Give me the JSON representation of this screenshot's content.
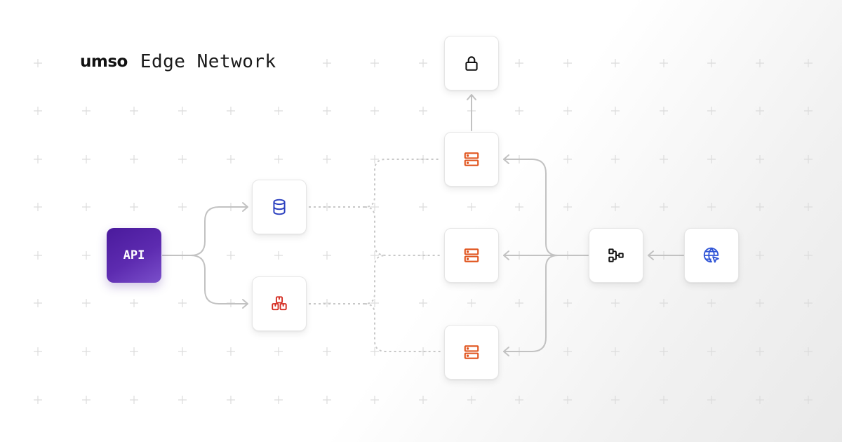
{
  "header": {
    "brand": "umso",
    "title": "Edge Network"
  },
  "colors": {
    "api_gradient_start": "#4a1a9c",
    "api_gradient_end": "#7a4fca",
    "database_icon": "#2a3fbf",
    "packages_icon": "#d42a1f",
    "server_icon": "#e0531c",
    "lock_icon": "#111111",
    "hierarchy_icon": "#111111",
    "globe_icon": "#2f54d6",
    "connector": "#c2c2c2",
    "grid_plus": "#dcdcdc"
  },
  "nodes": {
    "api": {
      "label": "API",
      "icon": "api-badge"
    },
    "database": {
      "icon": "database-icon"
    },
    "packages": {
      "icon": "packages-icon"
    },
    "lock": {
      "icon": "lock-icon"
    },
    "server_top": {
      "icon": "server-icon"
    },
    "server_middle": {
      "icon": "server-icon"
    },
    "server_bottom": {
      "icon": "server-icon"
    },
    "load_balancer": {
      "icon": "hierarchy-icon"
    },
    "client": {
      "icon": "globe-cursor-icon"
    }
  },
  "grid": {
    "x": [
      54,
      123,
      191,
      260,
      329,
      397,
      466,
      534,
      603,
      672,
      740,
      809,
      877,
      946,
      1014,
      1083,
      1152
    ],
    "y": [
      90,
      158,
      227,
      295,
      364,
      432,
      501,
      570
    ]
  }
}
